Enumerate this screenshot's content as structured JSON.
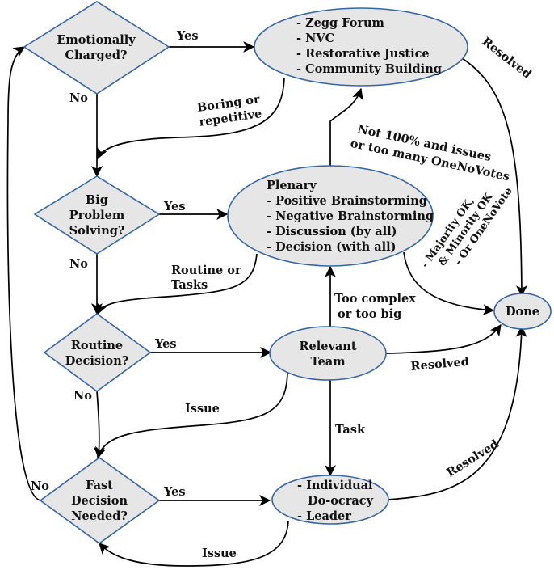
{
  "nodes": {
    "emotionally_charged": [
      "Emotionally",
      "Charged?"
    ],
    "zegg_forum": [
      "- Zegg Forum",
      "- NVC",
      "- Restorative Justice",
      "- Community Building"
    ],
    "big_problem": [
      "Big",
      "Problem",
      "Solving?"
    ],
    "plenary": [
      "Plenary",
      "- Positive Brainstorming",
      "- Negative Brainstorming",
      "- Discussion (by all)",
      "- Decision (with all)"
    ],
    "routine_decision": [
      "Routine",
      "Decision?"
    ],
    "relevant_team": [
      "Relevant",
      "Team"
    ],
    "fast_decision": [
      "Fast",
      "Decision",
      "Needed?"
    ],
    "individual": [
      "- Individual",
      "Do-ocracy",
      "- Leader"
    ],
    "done": [
      "Done"
    ]
  },
  "edge_labels": {
    "yes_1": "Yes",
    "no_1": "No",
    "resolved_1": "Resolved",
    "boring": [
      "Boring or",
      "repetitive"
    ],
    "yes_2": "Yes",
    "not_100": [
      "Not 100% and issues",
      "or too many OneNoVotes"
    ],
    "majority": [
      "- Majority OK,",
      "& Minority OK",
      "- Or OneNoVote"
    ],
    "no_2": "No",
    "routine_tasks": [
      "Routine or",
      "Tasks"
    ],
    "too_complex": [
      "Too complex",
      "or too big"
    ],
    "yes_3": "Yes",
    "resolved_2": "Resolved",
    "no_3": "No",
    "issue_1": "Issue",
    "task": "Task",
    "no_4": "No",
    "yes_4": "Yes",
    "resolved_3": "Resolved",
    "issue_2": "Issue"
  },
  "colors": {
    "node_fill": "#e6e6e6",
    "node_stroke": "#3465a4",
    "edge": "#000000"
  }
}
